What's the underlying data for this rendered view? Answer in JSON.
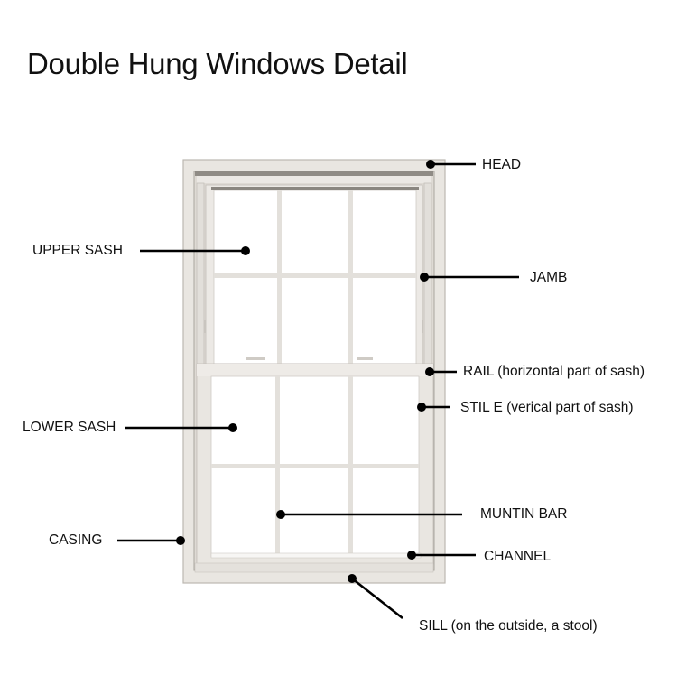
{
  "title": "Double Hung Windows Detail",
  "labels": {
    "head": "HEAD",
    "upper_sash": "UPPER SASH",
    "jamb": "JAMB",
    "rail": "RAIL (horizontal part of sash)",
    "stile": "STIL E (verical part of sash)",
    "lower_sash": "LOWER SASH",
    "muntin_bar": "MUNTIN BAR",
    "casing": "CASING",
    "channel": "CHANNEL",
    "sill": "SILL (on the outside, a stool)"
  },
  "colors": {
    "frame": "#e6e3de",
    "frame_edge": "#b9b5ae",
    "shadow": "#8f8b85",
    "glass": "#ffffff",
    "leader": "#000000"
  },
  "window": {
    "upper_panes": "3x2",
    "lower_panes": "3x2"
  }
}
